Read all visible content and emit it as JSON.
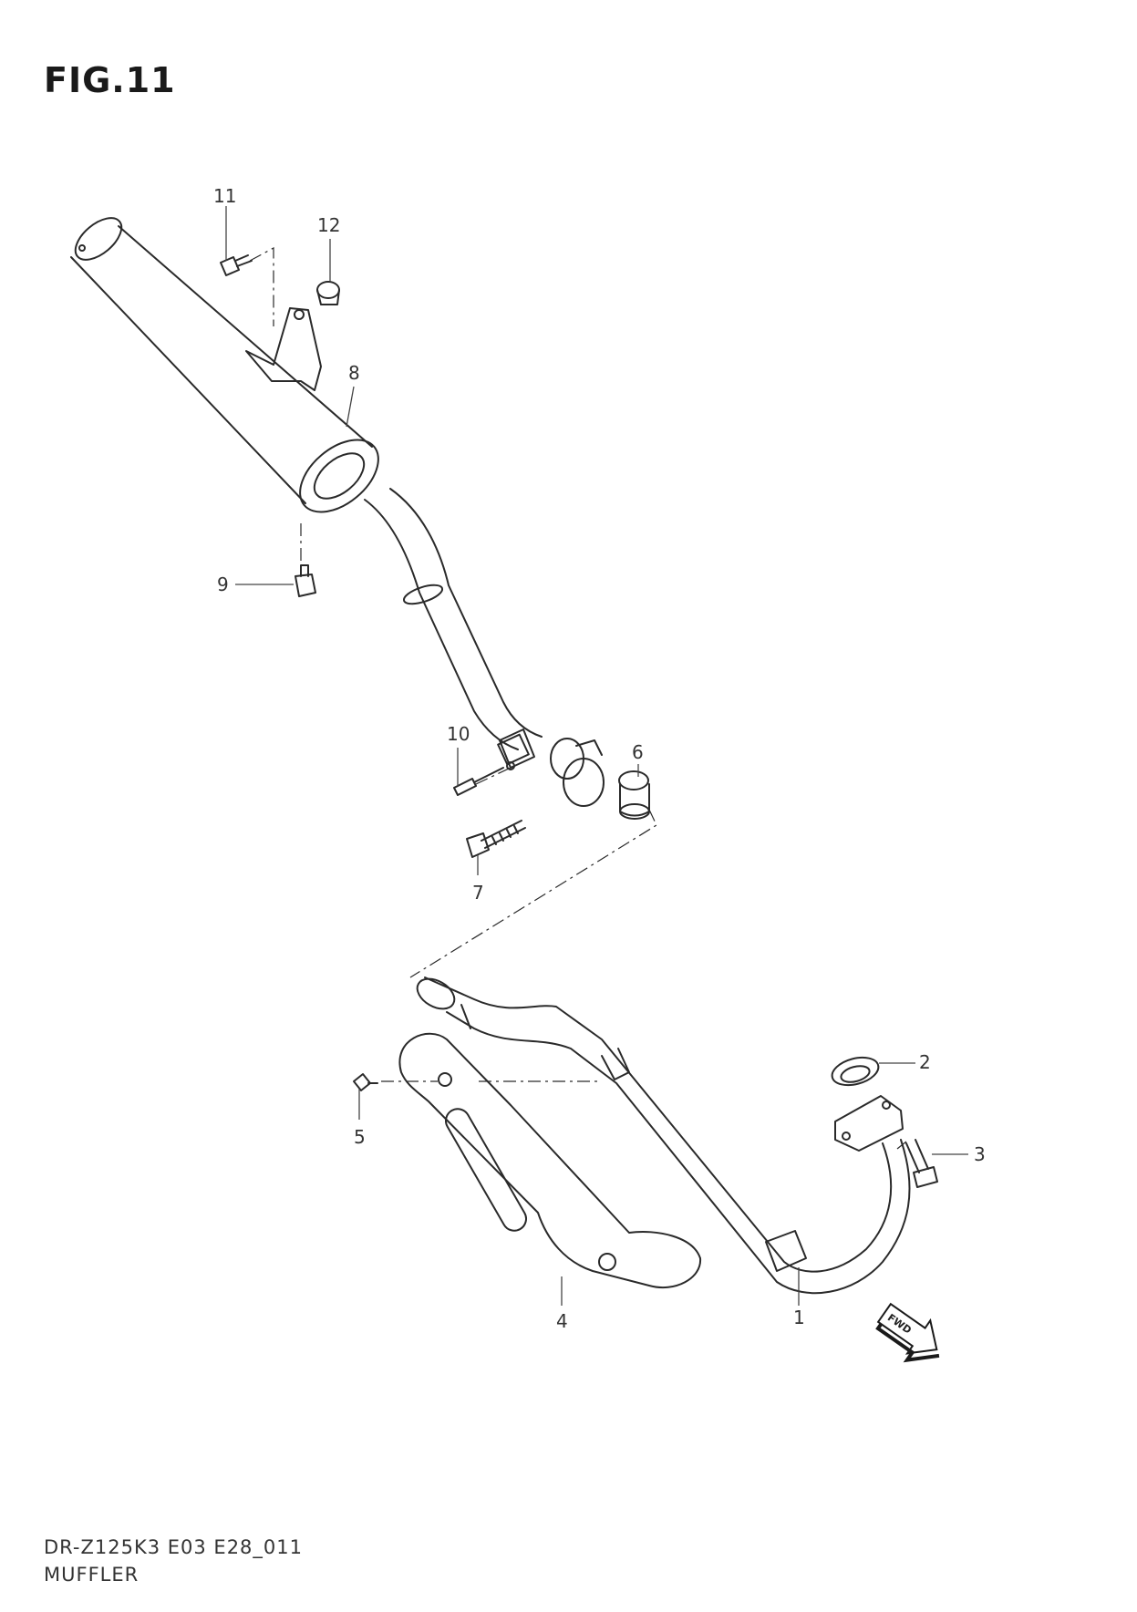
{
  "figure": {
    "title": "FIG.11"
  },
  "callouts": {
    "c1": "1",
    "c2": "2",
    "c3": "3",
    "c4": "4",
    "c5": "5",
    "c6": "6",
    "c7": "7",
    "c8": "8",
    "c9": "9",
    "c10": "10",
    "c11": "11",
    "c12": "12"
  },
  "direction_arrow": {
    "label": "FWD",
    "icon": "fwd-arrow-icon"
  },
  "footer": {
    "model_code": "DR-Z125K3 E03 E28_011",
    "assembly_name": "MUFFLER"
  }
}
